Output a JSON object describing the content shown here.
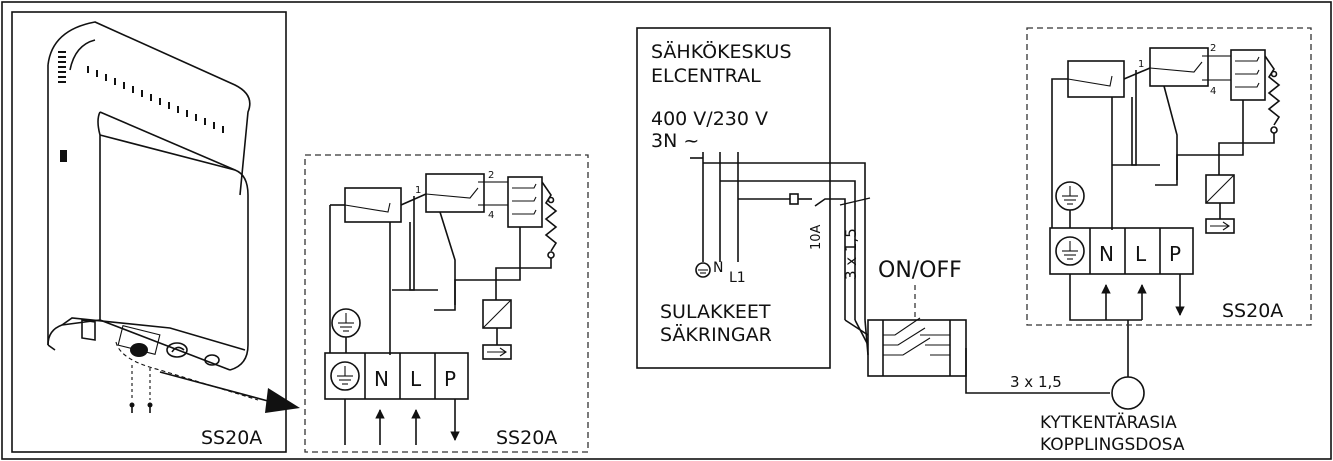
{
  "labels": {
    "model_a": "SS20A",
    "model_b": "SS20A",
    "model_c": "SS20A",
    "center_title_1": "SÄHKÖKESKUS",
    "center_title_2": "ELCENTRAL",
    "voltage": "400 V/230 V",
    "phase": "3N ~",
    "neutral": "N",
    "line": "L1",
    "fuses_1": "SULAKKEET",
    "fuses_2": "SÄKRINGAR",
    "fuse_rating": "10A",
    "cable_1": "3 x 1,5",
    "cable_2": "3 x 1,5",
    "switch_label": "ON/OFF",
    "junction_1": "KYTKENTÄRASIA",
    "junction_2": "KOPPLINGSDOSA"
  },
  "terminal_labels": [
    "N",
    "L",
    "P"
  ],
  "switch_pins": {
    "pin1": "1",
    "pin2": "2",
    "pin4": "4"
  },
  "icons": {
    "heater": "heater-illustration",
    "ground": "ground-icon",
    "resistor": "resistor-icon",
    "relay": "relay-icon",
    "arrow": "arrow-icon"
  }
}
